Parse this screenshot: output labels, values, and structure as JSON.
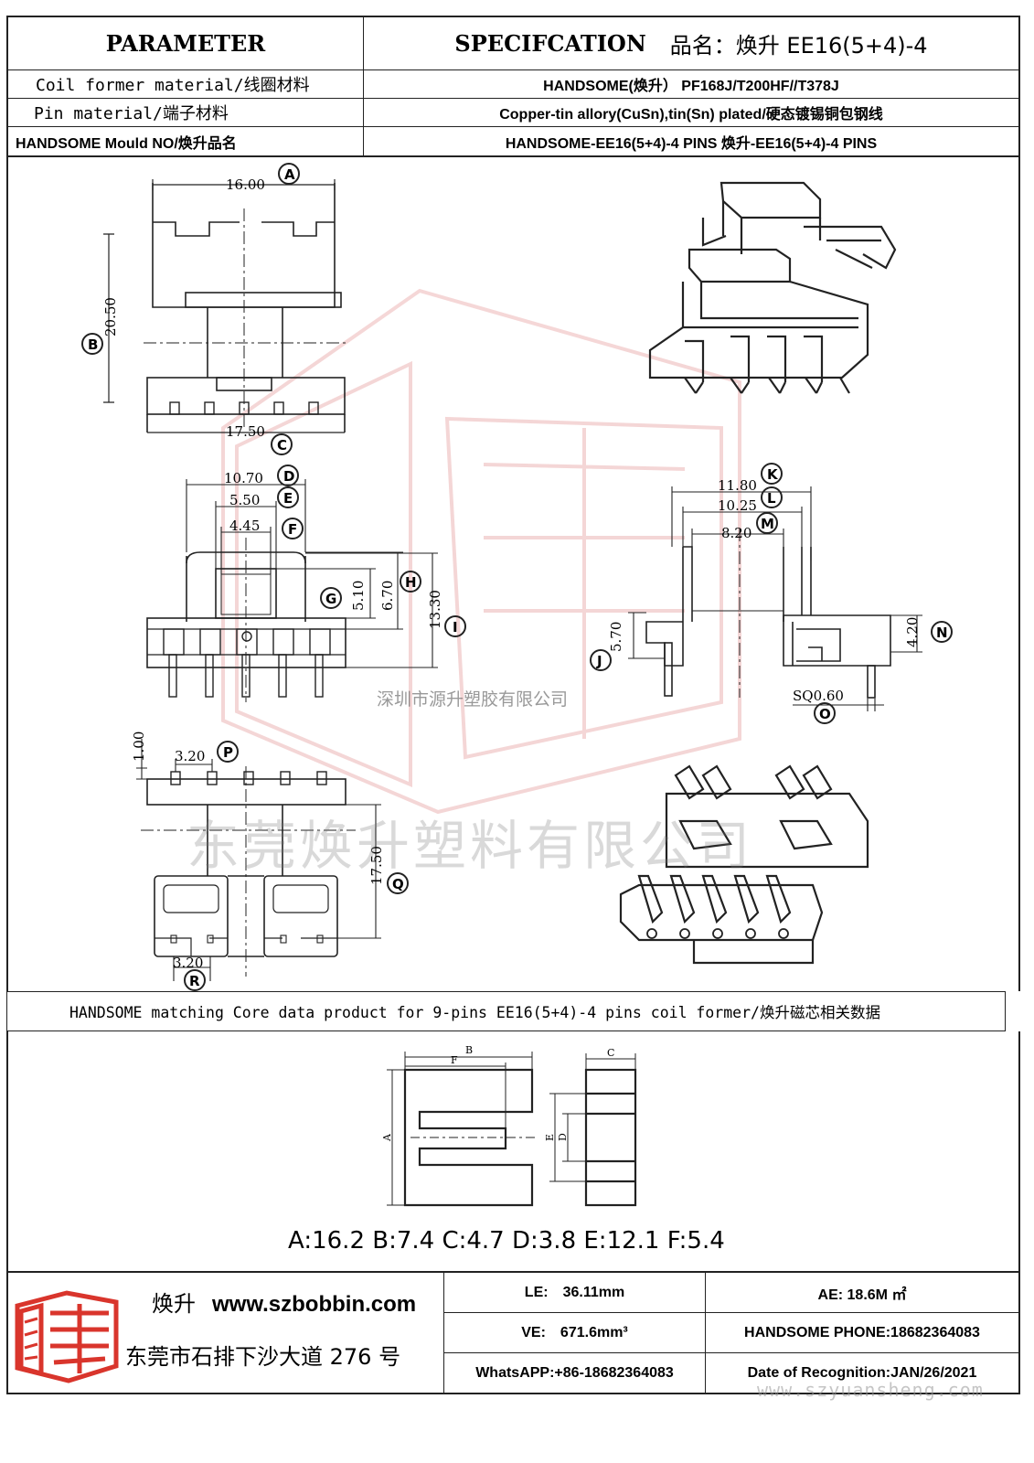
{
  "header": {
    "parameter_label": "PARAMETER",
    "spec_label": "SPECIFCATION",
    "product_name": "品名：焕升 EE16(5+4)-4",
    "rows": [
      {
        "label": "Coil former material/线圈材料",
        "value": "HANDSOME(焕升）   PF168J/T200HF//T378J"
      },
      {
        "label": "Pin material/端子材料",
        "value": "Copper-tin allory(CuSn),tin(Sn) plated/硬态镀锡铜包钢线"
      },
      {
        "label": "HANDSOME Mould NO/焕升品名",
        "value": "HANDSOME-EE16(5+4)-4 PINS    焕升-EE16(5+4)-4 PINS"
      }
    ]
  },
  "drawing": {
    "dims": {
      "A": "16.00",
      "B": "20.50",
      "C": "17.50",
      "D": "10.70",
      "E": "5.50",
      "F": "4.45",
      "G": "5.10",
      "H": "6.70",
      "I": "13.30",
      "K": "11.80",
      "L": "10.25",
      "M": "8.20",
      "J": "5.70",
      "N": "4.20",
      "O": "SQ0.60",
      "P": "3.20",
      "P_side": "1.00",
      "Q": "17.50",
      "R": "3.20"
    },
    "markers": [
      "A",
      "B",
      "C",
      "D",
      "E",
      "F",
      "G",
      "H",
      "I",
      "J",
      "K",
      "L",
      "M",
      "N",
      "O",
      "P",
      "Q",
      "R"
    ],
    "company_small": "深圳市源升塑胶有限公司",
    "watermark": "东莞焕升塑料有限公司"
  },
  "core": {
    "title": "HANDSOME matching Core data  product for 9-pins EE16(5+4)-4 pins coil former/焕升磁芯相关数据",
    "labels": [
      "A",
      "B",
      "C",
      "D",
      "E",
      "F"
    ],
    "dims_text": "A:16.2 B:7.4 C:4.7 D:3.8 E:12.1 F:5.4"
  },
  "footer": {
    "brand_cn": "焕升",
    "url": "www.szbobbin.com",
    "address": "东莞市石排下沙大道 276 号",
    "le_label": "LE:",
    "le_value": "36.11mm",
    "ve_label": "VE:",
    "ve_value": "671.6mm³",
    "whatsapp": "WhatsAPP:+86-18682364083",
    "ae": "AE: 18.6M ㎡",
    "phone": "HANDSOME PHONE:18682364083",
    "date": "Date of Recognition:JAN/26/2021",
    "url_watermark": "www.szyuansheng.com"
  },
  "colors": {
    "logo_red": "#d9352c",
    "line": "#222222",
    "watermark_red": "#e8a6a6"
  }
}
